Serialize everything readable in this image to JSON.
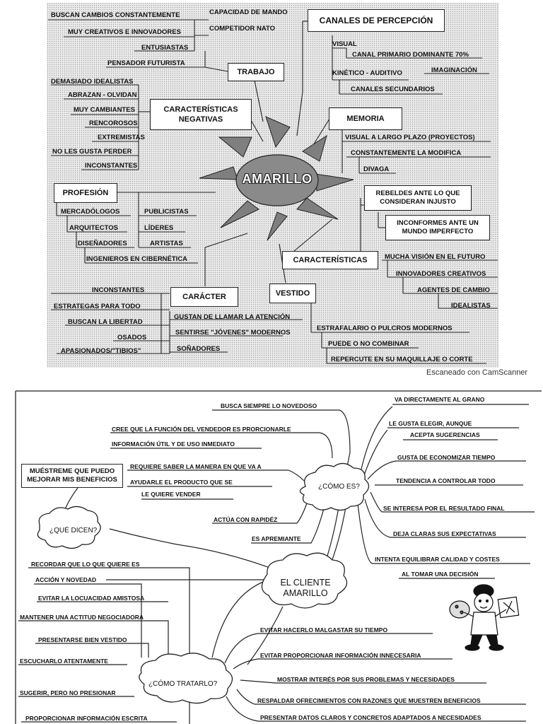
{
  "scan_caption": "Escaneado con CamScanner",
  "map1": {
    "center": "AMARILLO",
    "trabajo": {
      "title": "TRABAJO",
      "items": [
        "BUSCAN CAMBIOS CONSTANTEMENTE",
        "MUY CREATIVOS E INNOVADORES",
        "ENTUSIASTAS",
        "PENSADOR FUTURISTA",
        "CAPACIDAD DE MANDO",
        "COMPETIDOR NATO"
      ]
    },
    "canales": {
      "title": "CANALES DE PERCEPCIÓN",
      "items": [
        "VISUAL",
        "CANAL PRIMARIO DOMINANTE 70%",
        "KINÉTICO - AUDITIVO",
        "IMAGINACIÓN",
        "CANALES SECUNDARIOS"
      ]
    },
    "negativas": {
      "title_line1": "CARACTERÍSTICAS",
      "title_line2": "NEGATIVAS",
      "items": [
        "DEMASIADO IDEALISTAS",
        "ABRAZAN - OLVIDAN",
        "MUY CAMBIANTES",
        "RENCOROSOS",
        "EXTREMISTAS",
        "NO LES GUSTA PERDER",
        "INCONSTANTES"
      ]
    },
    "memoria": {
      "title": "MEMORIA",
      "items": [
        "VISUAL A LARGO PLAZO (PROYECTOS)",
        "CONSTANTEMENTE LA MODIFICA",
        "DIVAGA"
      ]
    },
    "profesion": {
      "title": "PROFESIÓN",
      "items": [
        "MERCADÓLOGOS",
        "ARQUITECTOS",
        "DISEÑADORES",
        "INGENIEROS EN CIBERNÉTICA",
        "PUBLICISTAS",
        "LÍDERES",
        "ARTISTAS"
      ]
    },
    "caracteristicas": {
      "title": "CARACTERÍSTICAS",
      "boxes": [
        "REBELDES ANTE LO QUE",
        "CONSIDERAN INJUSTO",
        "INCONFORMES ANTE UN",
        "MUNDO IMPERFECTO"
      ],
      "items": [
        "MUCHA VISIÓN EN EL FUTURO",
        "INNOVADORES CREATIVOS",
        "AGENTES DE CAMBIO",
        "IDEALISTAS"
      ]
    },
    "caracter": {
      "title": "CARÁCTER",
      "left_items": [
        "INCONSTANTES",
        "ESTRATEGAS PARA TODO",
        "BUSCAN LA LIBERTAD",
        "OSADOS",
        "APASIONADOS/\"TIBIOS\""
      ],
      "right_items": [
        "GUSTAN DE LLAMAR LA ATENCIÓN",
        "SENTIRSE \"JÓVENES\" MODERNOS",
        "SOÑADORES"
      ]
    },
    "vestido": {
      "title": "VESTIDO",
      "items": [
        "ESTRAFALARIO O PULCROS MODERNOS",
        "PUEDE O NO COMBINAR",
        "REPERCUTE EN SU MAQUILLAJE O CORTE"
      ]
    }
  },
  "map2": {
    "center_line1": "EL CLIENTE",
    "center_line2": "AMARILLO",
    "como_es": {
      "title": "¿CÓMO ES?",
      "left_items": [
        "BUSCA SIEMPRE LO NOVEDOSO",
        "CREE QUE LA FUNCIÓN DEL VENDEDOR ES PRORCIONARLE",
        "INFORMACIÓN ÚTIL Y  DE USO INMEDIATO",
        "REQUIERE SABER LA MANERA EN QUE VA A",
        "AYUDARLE EL PRODUCTO QUE SE",
        "LE QUIERE VENDER",
        "ACTÚA CON RAPIDÉZ",
        "ES APREMIANTE"
      ],
      "right_items": [
        "VA DIRECTAMENTE AL GRANO",
        "LE GUSTA ELEGIR, AUNQUE",
        "ACEPTA SUGERENCIAS",
        "GUSTA DE ECONOMIZAR TIEMPO",
        "TENDENCIA A CONTROLAR TODO",
        "SE INTERESA POR EL RESULTADO FINAL",
        "DEJA CLARAS SUS EXPECTATIVAS",
        "INTENTA EQUILIBRAR CALIDAD Y COSTES",
        "AL TOMAR UNA DECISIÓN"
      ]
    },
    "que_dicen": {
      "title": "¿QUÉ DICEN?",
      "quote_line1": "MUÉSTREME QUE PUEDO",
      "quote_line2": "MEJORAR MIS BENEFICIOS"
    },
    "como_tratarlo": {
      "title": "¿CÓMO TRATARLO?",
      "left_items": [
        "RECORDAR QUE LO QUE QUIERE ES",
        "ACCIÓN Y NOVEDAD",
        "EVITAR LA LOCUACIDAD AMISTOSA",
        "MANTENER UNA ACTITUD NEGOCIADORA",
        "PRESENTARSE BIEN VESTIDO",
        "ESCUCHARLO ATENTAMENTE",
        "SUGERIR, PERO NO PRESIONAR",
        "PROPORCIONAR INFORMACIÓN ESCRITA"
      ],
      "right_items": [
        "EVITAR HACERLO MALGASTAR SU TIEMPO",
        "EVITAR PROPORCIONAR INFORMACIÓN INNECESARIA",
        "MOSTRAR INTERÉS POR SUS PROBLEMAS Y NECESIDADES",
        "RESPALDAR OFRECIMIENTOS CON RAZONES QUE MUESTREN BENEFICIOS",
        "PRESENTAR DATOS CLAROS Y CONCRETOS ADAPTADOS A NECESIDADES"
      ]
    }
  }
}
